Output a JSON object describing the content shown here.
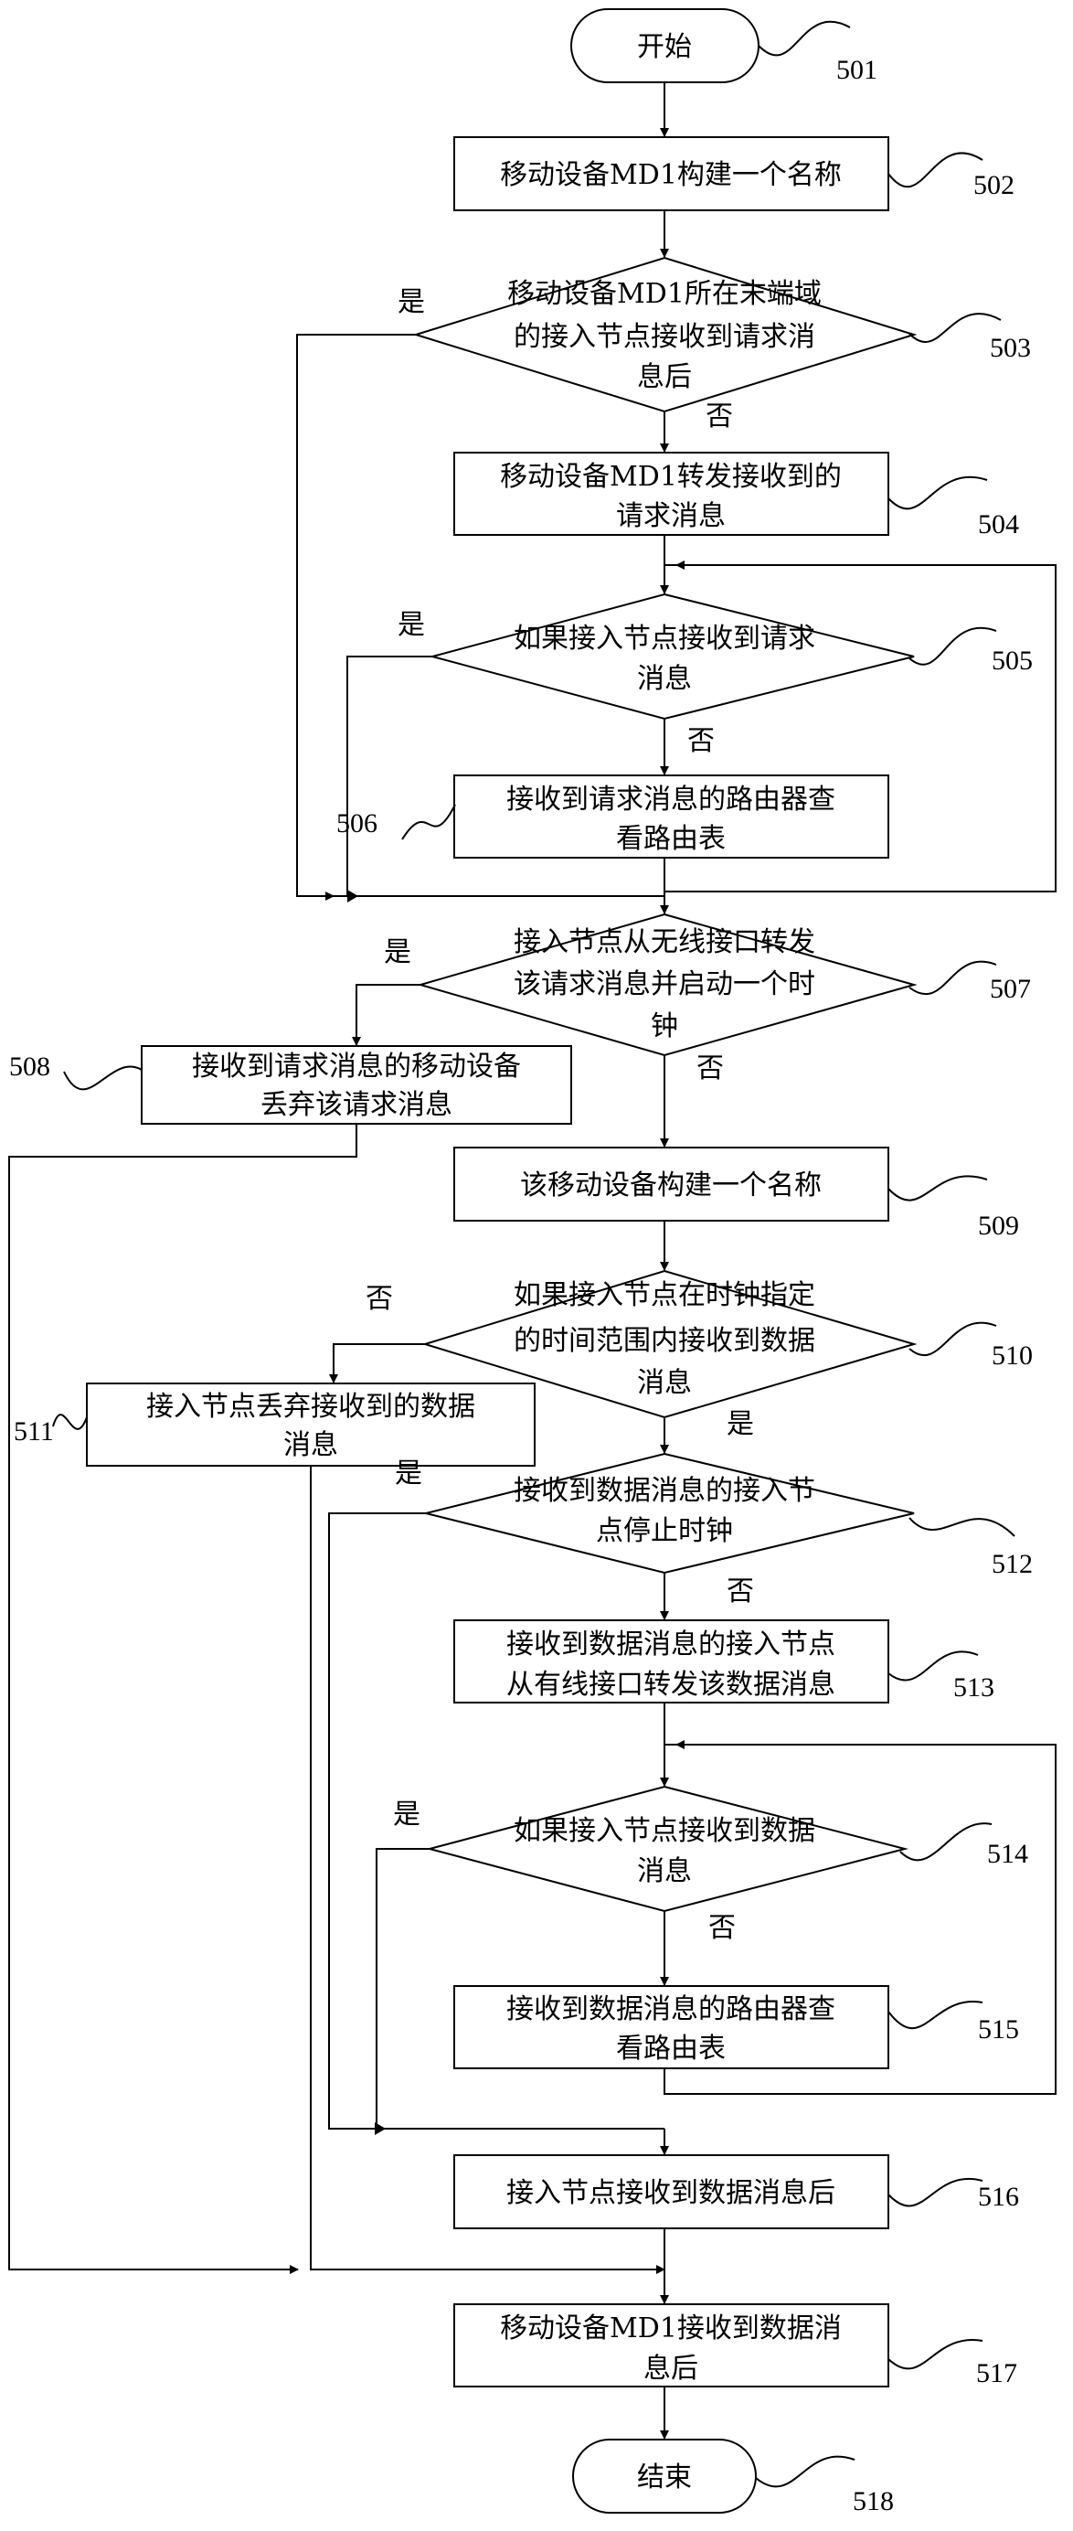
{
  "nodes": {
    "start": "开始",
    "n502": "移动设备MD1构建一个名称",
    "n503": [
      "移动设备MD1所在末端域",
      "的接入节点接收到请求消",
      "息后"
    ],
    "n504": [
      "移动设备MD1转发接收到的",
      "请求消息"
    ],
    "n505": [
      "如果接入节点接收到请求",
      "消息"
    ],
    "n506": [
      "接收到请求消息的路由器查",
      "看路由表"
    ],
    "n507": [
      "接入节点从无线接口转发",
      "该请求消息并启动一个时",
      "钟"
    ],
    "n508": [
      "接收到请求消息的移动设备",
      "丢弃该请求消息"
    ],
    "n509": "该移动设备构建一个名称",
    "n510": [
      "如果接入节点在时钟指定",
      "的时间范围内接收到数据",
      "消息"
    ],
    "n511": [
      "接入节点丢弃接收到的数据",
      "消息"
    ],
    "n512": [
      "接收到数据消息的接入节",
      "点停止时钟"
    ],
    "n513": [
      "接收到数据消息的接入节点",
      "从有线接口转发该数据消息"
    ],
    "n514": [
      "如果接入节点接收到数据",
      "消息"
    ],
    "n515": [
      "接收到数据消息的路由器查",
      "看路由表"
    ],
    "n516": "接入节点接收到数据消息后",
    "n517": [
      "移动设备MD1接收到数据消",
      "息后"
    ],
    "end": "结束"
  },
  "refs": [
    "501",
    "502",
    "503",
    "504",
    "505",
    "506",
    "507",
    "508",
    "509",
    "510",
    "511",
    "512",
    "513",
    "514",
    "515",
    "516",
    "517",
    "518"
  ],
  "labels": {
    "yes": "是",
    "no": "否"
  }
}
